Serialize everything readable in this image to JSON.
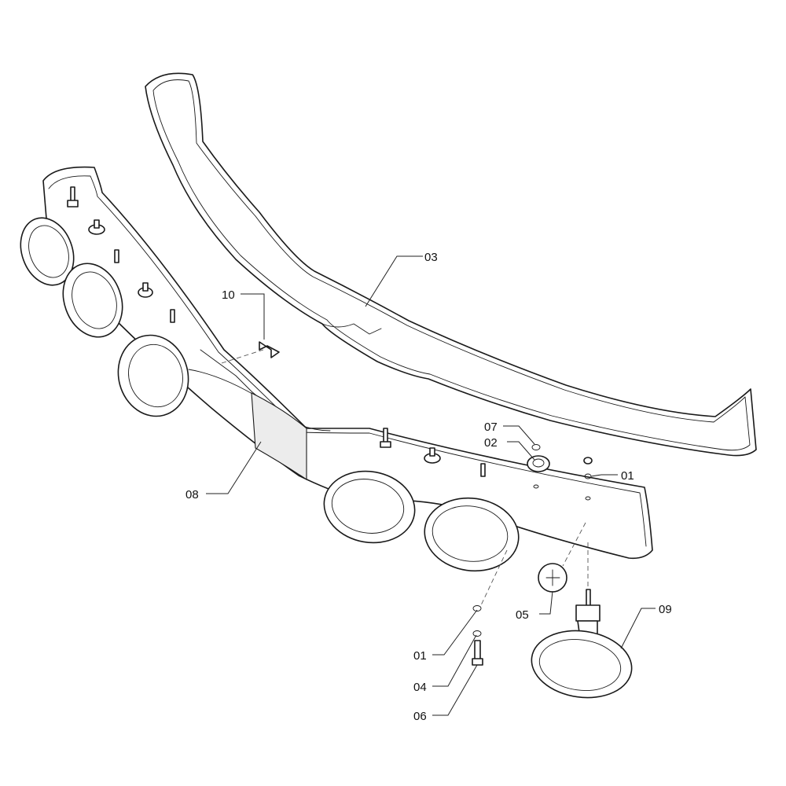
{
  "callouts": {
    "c01a": "01",
    "c01b": "01",
    "c02": "02",
    "c03": "03",
    "c04": "04",
    "c05": "05",
    "c06": "06",
    "c07": "07",
    "c08": "08",
    "c09": "09",
    "c10": "10"
  },
  "colors": {
    "line": "#1a1a1a",
    "background": "#ffffff"
  }
}
